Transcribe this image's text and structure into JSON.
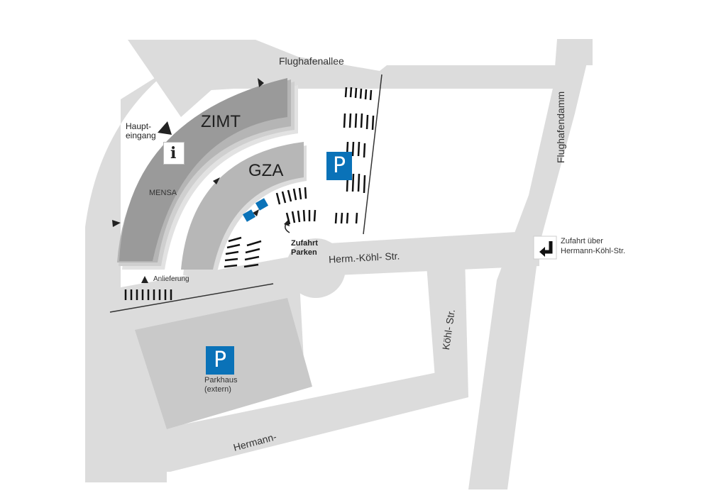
{
  "streets": {
    "flughafenallee": "Flughafenallee",
    "flughafendamm": "Flughafendamm",
    "herm_koehl": "Herm.-Köhl- Str.",
    "koehl_str": "Köhl- Str.",
    "hermann": "Hermann-"
  },
  "buildings": {
    "zimt": "ZIMT",
    "gza": "GZA",
    "mensa": "MENSA"
  },
  "labels": {
    "haupteingang": "Haupt-\neingang",
    "anlieferung": "Anlieferung",
    "zufahrt_parken": "Zufahrt\nParken",
    "zufahrt_ueber": "Zufahrt über\nHermann-Köhl-Str.",
    "parkhaus": "Parkhaus\n(extern)"
  },
  "parking": {
    "symbol": "P"
  },
  "icons": {
    "info": "info-icon",
    "access_arrow": "turn-left-arrow-icon",
    "parking": "parking-sign-icon",
    "disabled": "disabled-parking-icon"
  },
  "colors": {
    "road": "#dcdcdc",
    "building_dark": "#9a9a9a",
    "building_mid": "#b5b5b5",
    "building_light": "#cfcfcf",
    "parkhaus": "#c9c9c9",
    "parking_blue": "#0a72b8"
  }
}
